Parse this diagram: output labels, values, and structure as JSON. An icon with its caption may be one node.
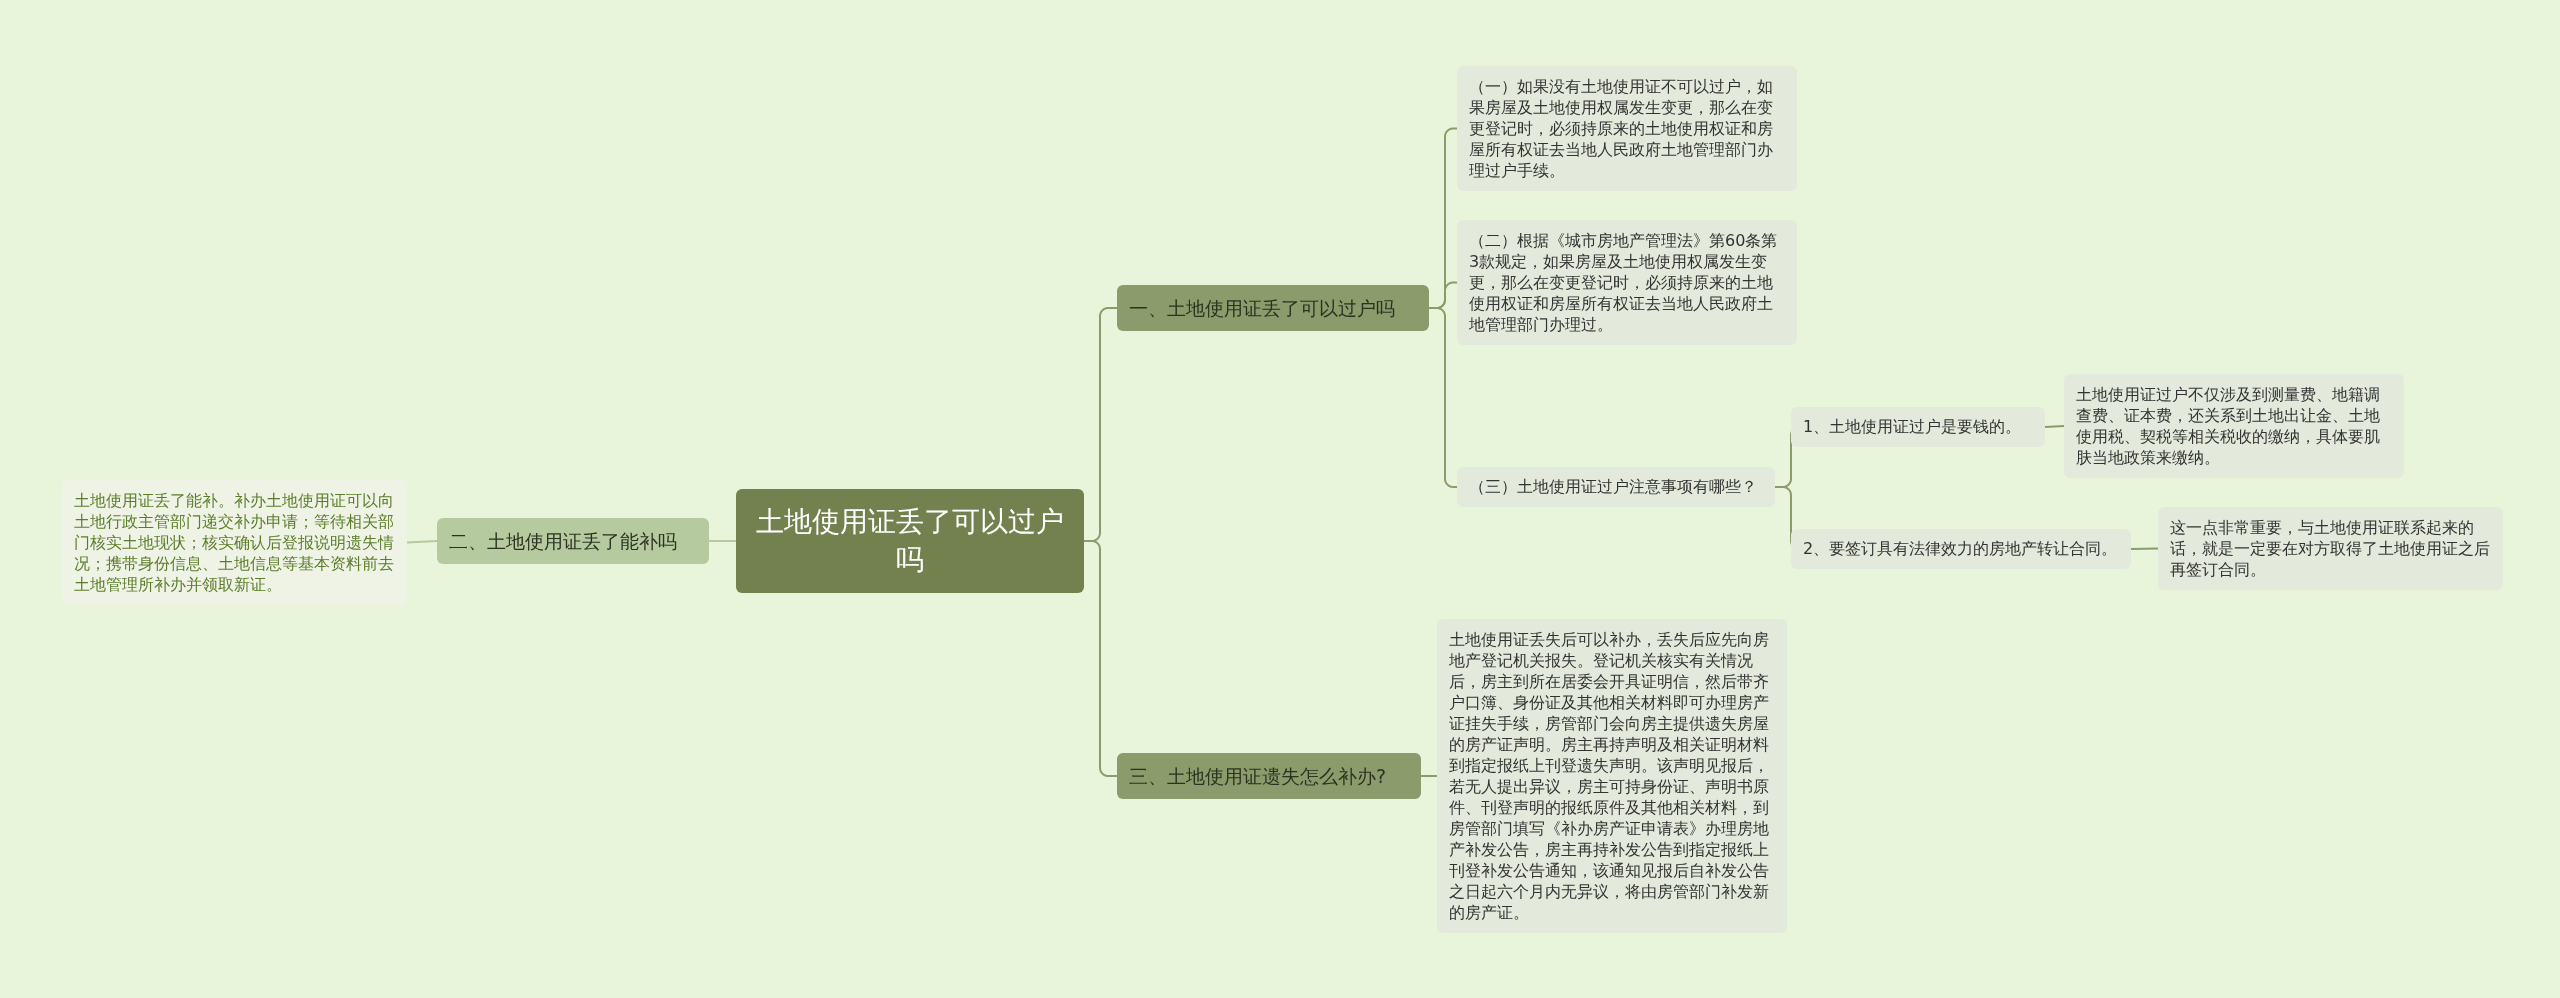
{
  "diagram": {
    "nodes": [
      {
        "text": [
          "土地使用证丢了可以过户吗"
        ]
      },
      {
        "text": [
          "一、土地使用证丢了可以过户吗"
        ]
      },
      {
        "text": [
          "（一）如果没有土地使用证不可以过户，如果房屋及土地使用权属发生变更，那么在变更登记时，必须持原来的土地使用权证和房屋所有权证去当地人民政府土地管理部门办理过户手续。"
        ]
      },
      {
        "text": [
          "（二）根据《城市房地产管理法》第60条第3款规定，如果房屋及土地使用权属发生变更，那么在变更登记时，必须持原来的土地使用权证和房屋所有权证去当地人民政府土地管理部门办理过。"
        ]
      },
      {
        "text": [
          "（三）土地使用证过户注意事项有哪些？"
        ]
      },
      {
        "text": [
          "1、土地使用证过户是要钱的。"
        ]
      },
      {
        "text": [
          "土地使用证过户不仅涉及到测量费、地籍调查费、证本费，还关系到土地出让金、土地使用税、契税等相关税收的缴纳，具体要肌肤当地政策来缴纳。"
        ]
      },
      {
        "text": [
          "2、要签订具有法律效力的房地产转让合同。"
        ]
      },
      {
        "text": [
          "这一点非常重要，与土地使用证联系起来的话，就是一定要在对方取得了土地使用证之后再签订合同。"
        ]
      },
      {
        "text": [
          "二、土地使用证丢了能补吗"
        ]
      },
      {
        "text": [
          "土地使用证丢了能补。补办土地使用证可以向土地行政主管部门递交补办申请；等待相关部门核实土地现状；核实确认后登报说明遗失情况；携带身份信息、土地信息等基本资料前去土地管理所补办并领取新证。"
        ]
      },
      {
        "text": [
          "三、土地使用证遗失怎么补办?"
        ]
      },
      {
        "text": [
          "土地使用证丢失后可以补办，丢失后应先向房地产登记机关报失。登记机关核实有关情况后，房主到所在居委会开具证明信，然后带齐户口簿、身份证及其他相关材料即可办理房产证挂失手续，房管部门会向房主提供遗失房屋的房产证声明。房主再持声明及相关证明材料到指定报纸上刊登遗失声明。该声明见报后，若无人提出异议，房主可持身份证、声明书原件、刊登声明的报纸原件及其他相关材料，到房管部门填写《补办房产证申请表》办理房地产补发公告，房主再持补发公告到指定报纸上刊登补发公告通知，该通知见报后自补发公告之日起六个月内无异议，将由房管部门补发新的房产证。"
        ]
      }
    ],
    "edges": [
      {
        "from": 0,
        "to": 1,
        "arrow": "none"
      },
      {
        "from": 1,
        "to": 2,
        "arrow": "none"
      },
      {
        "from": 1,
        "to": 3,
        "arrow": "none"
      },
      {
        "from": 1,
        "to": 4,
        "arrow": "none"
      },
      {
        "from": 4,
        "to": 5,
        "arrow": "none"
      },
      {
        "from": 5,
        "to": 6,
        "arrow": "none"
      },
      {
        "from": 4,
        "to": 7,
        "arrow": "none"
      },
      {
        "from": 7,
        "to": 8,
        "arrow": "none"
      },
      {
        "from": 0,
        "to": 9,
        "arrow": "none",
        "color": "#b5cb9f"
      },
      {
        "from": 9,
        "to": 10,
        "arrow": "none",
        "color": "#b5cb9f"
      },
      {
        "from": 0,
        "to": 11,
        "arrow": "none"
      },
      {
        "from": 11,
        "to": 12,
        "arrow": "none"
      }
    ]
  }
}
